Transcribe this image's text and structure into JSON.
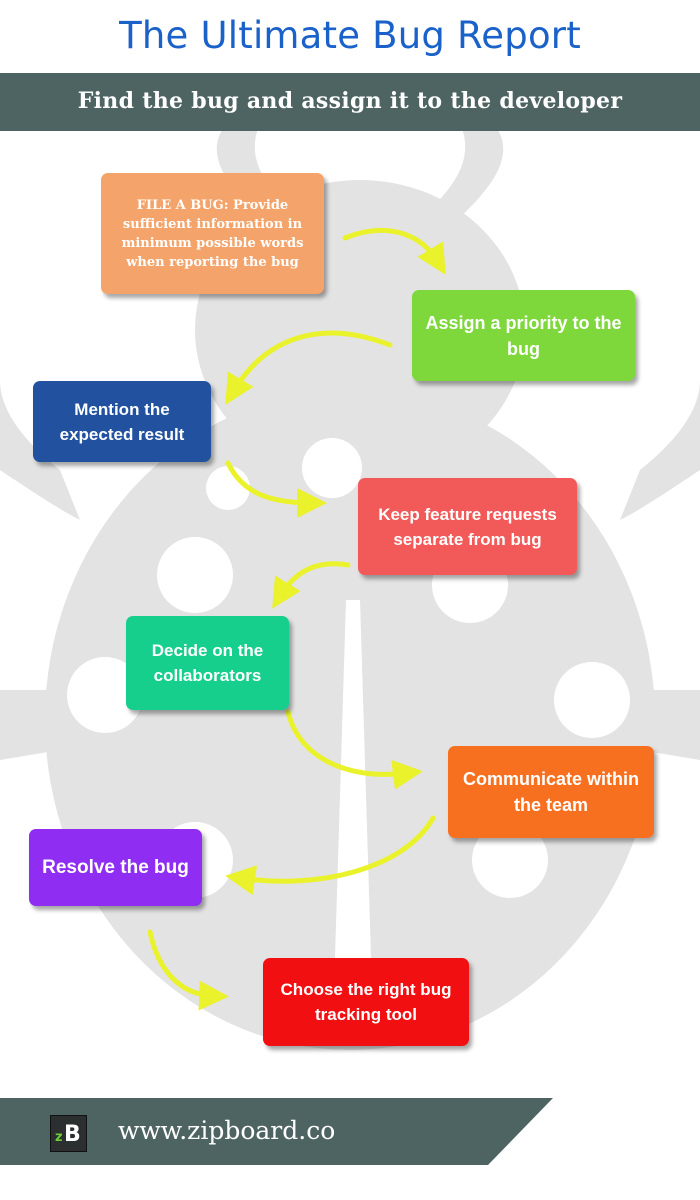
{
  "header": {
    "title": "The Ultimate Bug Report",
    "subtitle": "Find the bug and assign it to the developer"
  },
  "steps": [
    {
      "text": "FILE A BUG: Provide sufficient information in minimum possible words when reporting the bug",
      "color": "#f4a46a"
    },
    {
      "text": "Assign a priority to the bug",
      "color": "#7ed83c"
    },
    {
      "text": "Mention the expected result",
      "color": "#22519f"
    },
    {
      "text": "Keep feature requests separate from bug",
      "color": "#f25a5a"
    },
    {
      "text": "Decide on the collaborators",
      "color": "#17cf8d"
    },
    {
      "text": "Communicate within the team",
      "color": "#f7701f"
    },
    {
      "text": "Resolve the bug",
      "color": "#8f2ef2"
    },
    {
      "text": "Choose the right bug tracking tool",
      "color": "#f20f12"
    }
  ],
  "footer": {
    "url": "www.zipboard.co",
    "logo_text": "zB",
    "logo_icon": "zipboard-logo-icon"
  },
  "colors": {
    "title_blue": "#1a62c9",
    "banner_slate": "#4e6462",
    "arrow_yellow": "#e9f22b",
    "watermark_gray": "#e4e4e4"
  }
}
